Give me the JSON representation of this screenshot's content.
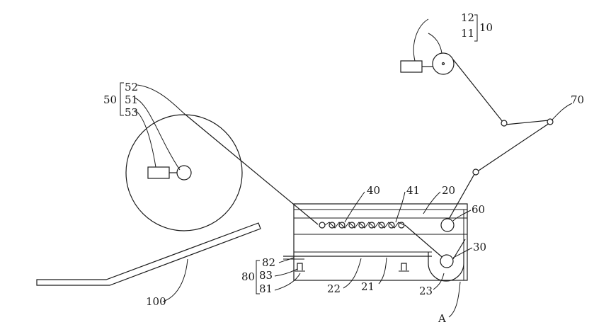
{
  "labels": {
    "n12": "12",
    "n11": "11",
    "n10": "10",
    "n70": "70",
    "n52": "52",
    "n51": "51",
    "n53": "53",
    "n50": "50",
    "n40": "40",
    "n41": "41",
    "n20": "20",
    "n60": "60",
    "n30": "30",
    "n82": "82",
    "n83": "83",
    "n81": "81",
    "n80": "80",
    "n22": "22",
    "n21": "21",
    "n23": "23",
    "nA": "A",
    "n100": "100"
  }
}
